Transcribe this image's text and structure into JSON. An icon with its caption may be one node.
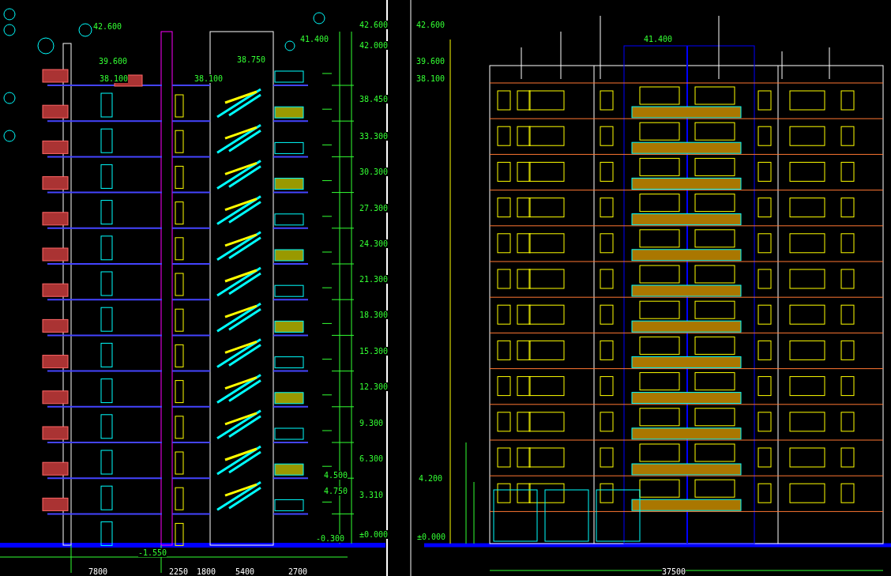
{
  "diagram": {
    "labels": [
      "42.600",
      "39.600",
      "38.100",
      "38.750",
      "38.100",
      "41.400",
      "42.600",
      "42.000",
      "38.450",
      "33.300",
      "30.300",
      "27.300",
      "24.300",
      "21.300",
      "18.300",
      "15.300",
      "12.300",
      "9.300",
      "6.300",
      "4.500",
      "4.750",
      "3.310",
      "-0.300",
      "±0.000",
      "-1.550",
      "7800",
      "2250",
      "1800",
      "5400",
      "2700",
      "42.600",
      "39.600",
      "38.100",
      "41.400",
      "4.200",
      "±0.000",
      "37500"
    ]
  }
}
